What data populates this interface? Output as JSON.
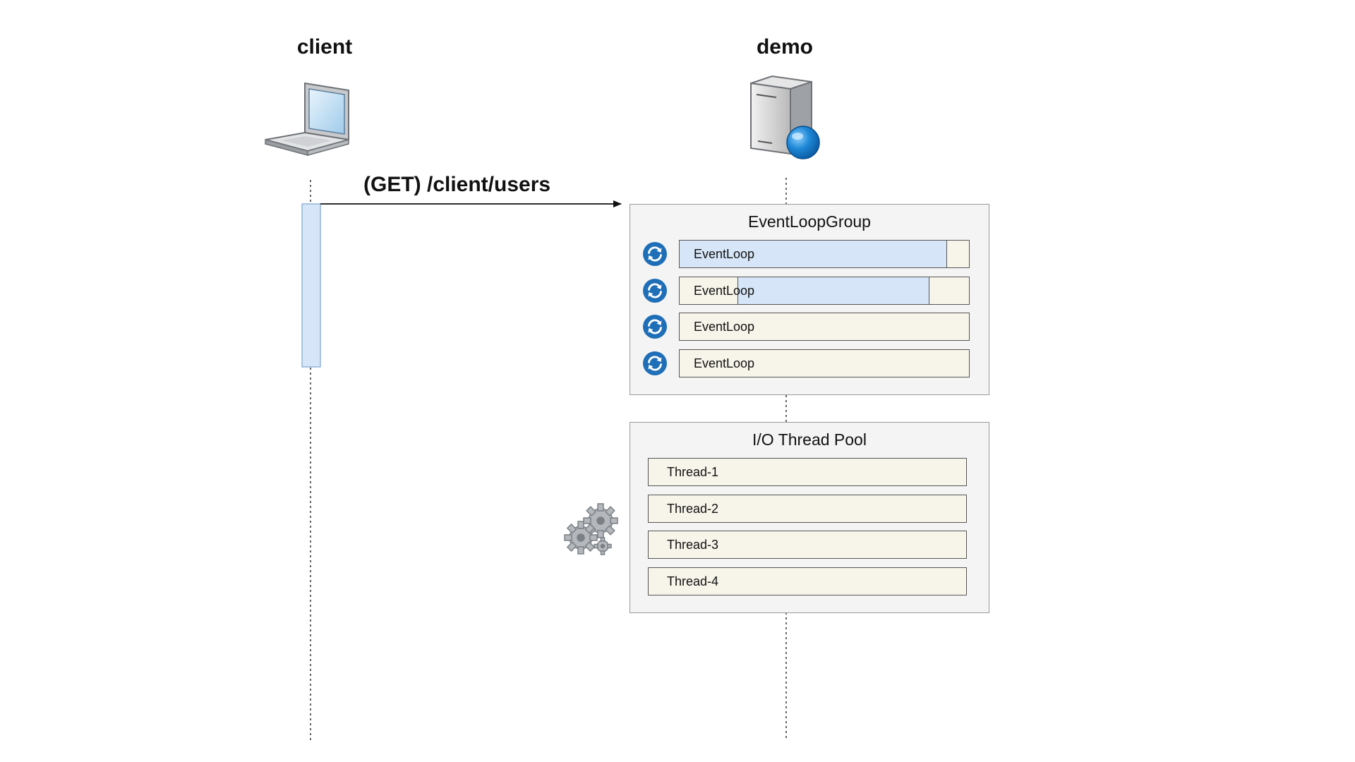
{
  "actors": [
    {
      "id": "client",
      "title": "client",
      "icon": "laptop-icon"
    },
    {
      "id": "demo",
      "title": "demo",
      "icon": "server-icon"
    }
  ],
  "message": {
    "label": "(GET) /client/users",
    "from": "client",
    "to": "demo"
  },
  "event_loop_group": {
    "title": "EventLoopGroup",
    "icon": "refresh-icon",
    "loops": [
      {
        "label": "EventLoop",
        "busy": [
          0.0,
          0.92
        ]
      },
      {
        "label": "EventLoop",
        "busy": [
          0.2,
          0.86
        ]
      },
      {
        "label": "EventLoop",
        "busy": null
      },
      {
        "label": "EventLoop",
        "busy": null
      }
    ]
  },
  "io_thread_pool": {
    "title": "I/O Thread Pool",
    "icon": "gears-icon",
    "threads": [
      {
        "label": "Thread-1"
      },
      {
        "label": "Thread-2"
      },
      {
        "label": "Thread-3"
      },
      {
        "label": "Thread-4"
      }
    ]
  },
  "colors": {
    "activation_fill": "#d6e6f8",
    "row_fill": "#f7f4ea",
    "group_fill": "#f4f4f4",
    "icon_blue": "#1f6fb8"
  }
}
